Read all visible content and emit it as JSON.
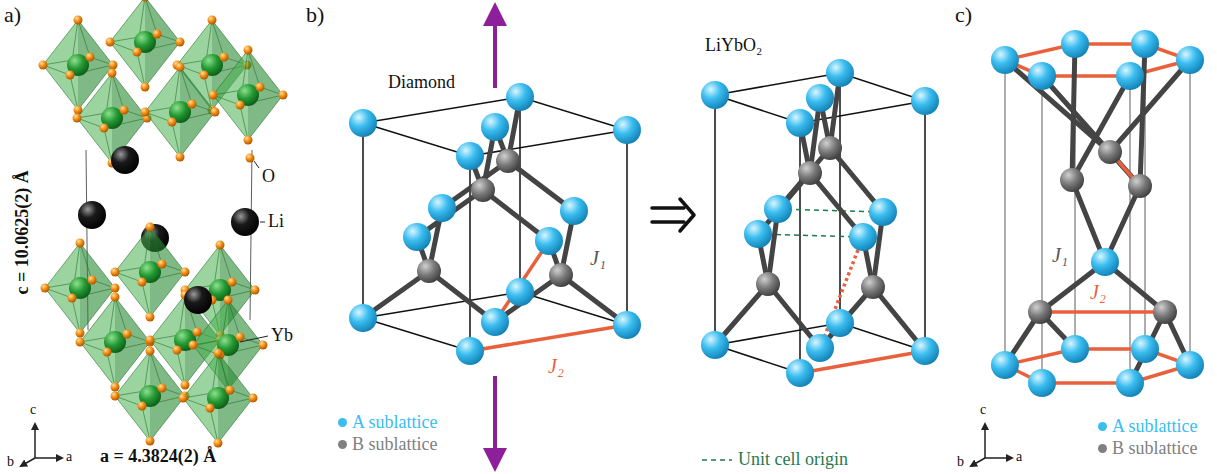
{
  "diagram": {
    "labels": [
      "a)",
      "c = 10.0625(2) Å",
      "O",
      "Li",
      "Yb",
      "a = 4.3824(2) Å",
      "b",
      "c",
      "a",
      "b)",
      "Diamond",
      "J₁",
      "J₂",
      "LiYbO₂",
      "c)",
      "J₁",
      "J₂",
      "b",
      "c",
      "a"
    ],
    "legend": [
      {
        "text": "A sublattice",
        "color": "#3bbdf0"
      },
      {
        "text": "B sublattice",
        "color": "#808080"
      },
      {
        "text": "Unit cell origin"
      },
      {
        "text": "A sublattice",
        "color": "#3bbdf0"
      },
      {
        "text": "B sublattice",
        "color": "#808080"
      }
    ]
  }
}
